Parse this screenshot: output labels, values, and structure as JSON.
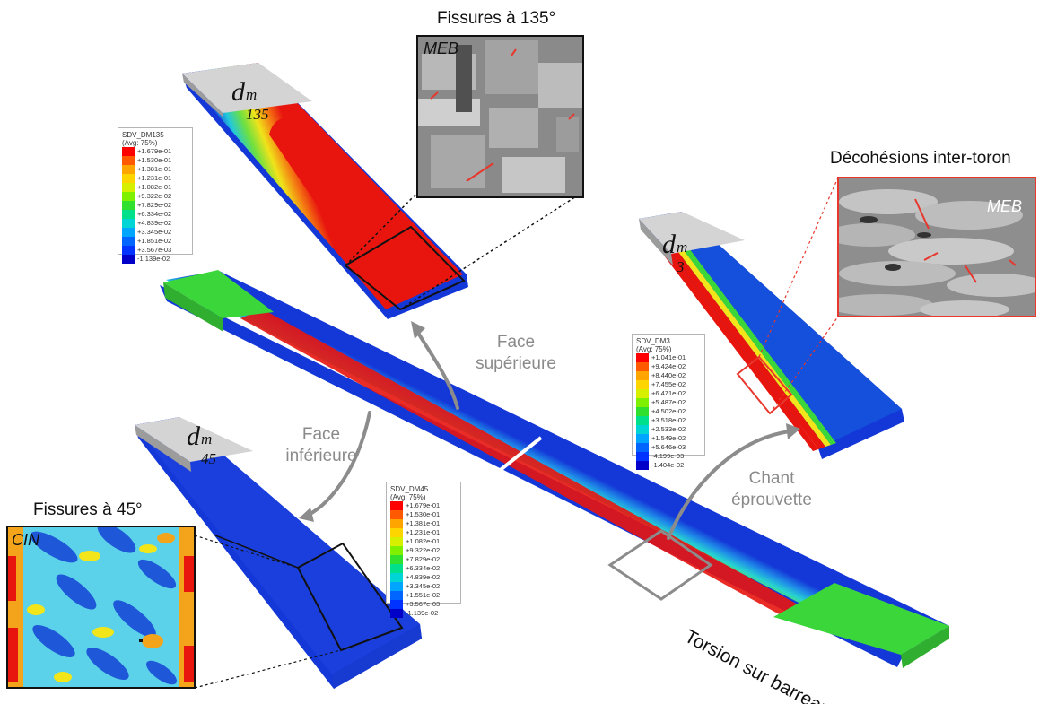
{
  "labels": {
    "fissures_135": "Fissures à 135°",
    "fissures_45": "Fissures à 45°",
    "decohesions": "Décohésions inter-toron",
    "face_sup_line1": "Face",
    "face_sup_line2": "supérieure",
    "face_inf_line1": "Face",
    "face_inf_line2": "inférieure",
    "chant_line1": "Chant",
    "chant_line2": "éprouvette",
    "torsion": "Torsion sur barreau",
    "meb": "MEB",
    "cin": "CIN"
  },
  "specimens": {
    "d135": {
      "base": "d",
      "sup": "m",
      "sub": "135"
    },
    "d3": {
      "base": "d",
      "sup": "m",
      "sub": "3"
    },
    "d45": {
      "base": "d",
      "sup": "m",
      "sub": "45"
    }
  },
  "colors": {
    "red": "#e8150f",
    "blue": "#1437d8",
    "green": "#3bd63a",
    "arrow_gray": "#8c8c8c",
    "callout_red": "#e8372c"
  },
  "legends": {
    "dm135": {
      "title": "SDV_DM135",
      "subtitle": "(Avg: 75%)",
      "values": [
        "+1.679e-01",
        "+1.530e-01",
        "+1.381e-01",
        "+1.231e-01",
        "+1.082e-01",
        "+9.322e-02",
        "+7.829e-02",
        "+6.334e-02",
        "+4.839e-02",
        "+3.345e-02",
        "+1.851e-02",
        "+3.567e-03",
        "-1.139e-02"
      ]
    },
    "dm3": {
      "title": "SDV_DM3",
      "subtitle": "(Avg: 75%)",
      "values": [
        "+1.041e-01",
        "+9.424e-02",
        "+8.440e-02",
        "+7.455e-02",
        "+6.471e-02",
        "+5.487e-02",
        "+4.502e-02",
        "+3.518e-02",
        "+2.533e-02",
        "+1.549e-02",
        "+5.646e-03",
        "-4.199e-03",
        "-1.404e-02"
      ]
    },
    "dm45": {
      "title": "SDV_DM45",
      "subtitle": "(Avg: 75%)",
      "values": [
        "+1.679e-01",
        "+1.530e-01",
        "+1.381e-01",
        "+1.231e-01",
        "+1.082e-01",
        "+9.322e-02",
        "+7.829e-02",
        "+6.334e-02",
        "+4.839e-02",
        "+3.345e-02",
        "+1.551e-02",
        "+3.567e-03",
        "-1.139e-02"
      ]
    }
  },
  "legend_swatch_colors": [
    "#ff0000",
    "#ff5a00",
    "#ffa500",
    "#ffd500",
    "#d6f000",
    "#7ef000",
    "#2fe02f",
    "#00e08a",
    "#00d5d5",
    "#00a5ff",
    "#0066ff",
    "#0033ff",
    "#0000c8"
  ]
}
